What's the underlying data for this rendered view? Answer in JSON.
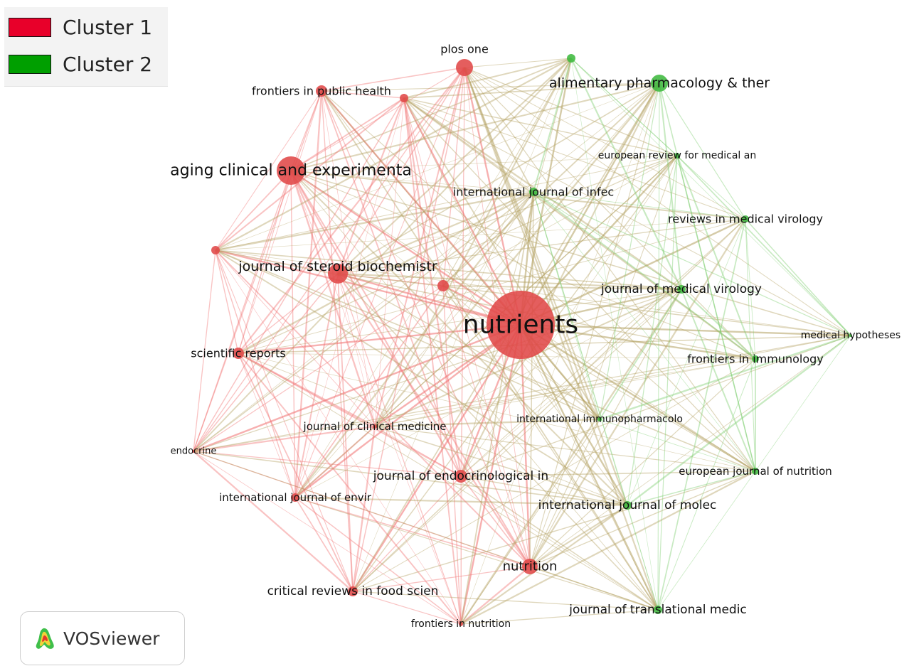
{
  "legend": {
    "items": [
      {
        "label": "Cluster 1",
        "color": "#e8002a"
      },
      {
        "label": "Cluster 2",
        "color": "#009f00"
      }
    ]
  },
  "brand": {
    "name": "VOSviewer",
    "icon": "vosviewer-logo-icon"
  },
  "colors": {
    "cluster1_node": "#e04848",
    "cluster2_node": "#3fba3f",
    "cluster1_edge": "#f07070",
    "cluster2_edge": "#7ccc6e",
    "mixed_edge": "#b3a060"
  },
  "network": {
    "nodes": [
      {
        "id": "nutrients",
        "label": "nutrients",
        "cluster": 1
      },
      {
        "id": "plos",
        "label": "plos one",
        "cluster": 1
      },
      {
        "id": "fph",
        "label": "frontiers in public health",
        "cluster": 1
      },
      {
        "id": "aging",
        "label": "aging clinical and experimenta",
        "cluster": 1
      },
      {
        "id": "steroid",
        "label": "journal of steroid biochemistr",
        "cluster": 1
      },
      {
        "id": "scirep",
        "label": "scientific reports",
        "cluster": 1
      },
      {
        "id": "endocrine",
        "label": "endocrine",
        "cluster": 1
      },
      {
        "id": "jcm",
        "label": "journal of clinical medicine",
        "cluster": 1
      },
      {
        "id": "jei",
        "label": "journal of endocrinological in",
        "cluster": 1
      },
      {
        "id": "ijenv",
        "label": "international journal of envir",
        "cluster": 1
      },
      {
        "id": "nutrition",
        "label": "nutrition",
        "cluster": 1
      },
      {
        "id": "crfs",
        "label": "critical reviews in food scien",
        "cluster": 1
      },
      {
        "id": "fnut",
        "label": "frontiers in nutrition",
        "cluster": 1
      },
      {
        "id": "n_unl1",
        "label": "",
        "cluster": 1
      },
      {
        "id": "n_unl2",
        "label": "",
        "cluster": 1
      },
      {
        "id": "n_unl3",
        "label": "",
        "cluster": 1
      },
      {
        "id": "apt",
        "label": "alimentary pharmacology & ther",
        "cluster": 2
      },
      {
        "id": "erma",
        "label": "european review for medical an",
        "cluster": 2
      },
      {
        "id": "ijinf",
        "label": "international journal of infec",
        "cluster": 2
      },
      {
        "id": "rmv",
        "label": "reviews in medical virology",
        "cluster": 2
      },
      {
        "id": "jmv",
        "label": "journal of medical virology",
        "cluster": 2
      },
      {
        "id": "medhyp",
        "label": "medical hypotheses",
        "cluster": 2
      },
      {
        "id": "fimm",
        "label": "frontiers in immunology",
        "cluster": 2
      },
      {
        "id": "iip",
        "label": "international immunopharmacolo",
        "cluster": 2
      },
      {
        "id": "ejn",
        "label": "european journal of nutrition",
        "cluster": 2
      },
      {
        "id": "ijmol",
        "label": "international journal of molec",
        "cluster": 2
      },
      {
        "id": "jtm",
        "label": "journal of translational medic",
        "cluster": 2
      },
      {
        "id": "g_unl1",
        "label": "",
        "cluster": 2
      }
    ]
  }
}
